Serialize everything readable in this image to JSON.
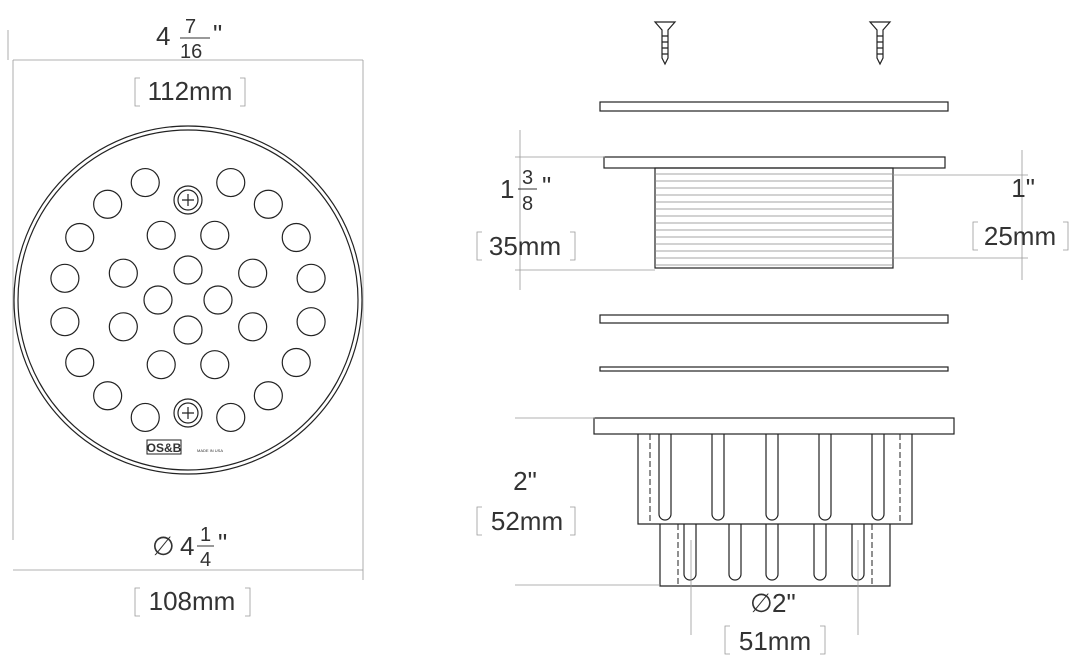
{
  "logo": {
    "brand": "OS&B",
    "small_text": "MADE IN USA"
  },
  "dimensions": {
    "top_width": {
      "whole": "4",
      "num": "7",
      "den": "16",
      "unit": "\"",
      "metric": "112mm"
    },
    "bottom_diameter": {
      "symbol": "∅",
      "whole": "4",
      "num": "1",
      "den": "4",
      "unit": "\"",
      "metric": "108mm"
    },
    "body_height": {
      "whole": "1",
      "num": "3",
      "den": "8",
      "unit": "\"",
      "metric": "35mm"
    },
    "thread_height": {
      "value": "1\"",
      "metric": "25mm"
    },
    "strainer_height": {
      "value": "2\"",
      "metric": "52mm"
    },
    "pipe_diameter": {
      "symbol": "∅",
      "value": "2\"",
      "metric": "51mm"
    }
  },
  "colors": {
    "line": "#222222",
    "dimension": "#999999",
    "text": "#333333"
  }
}
